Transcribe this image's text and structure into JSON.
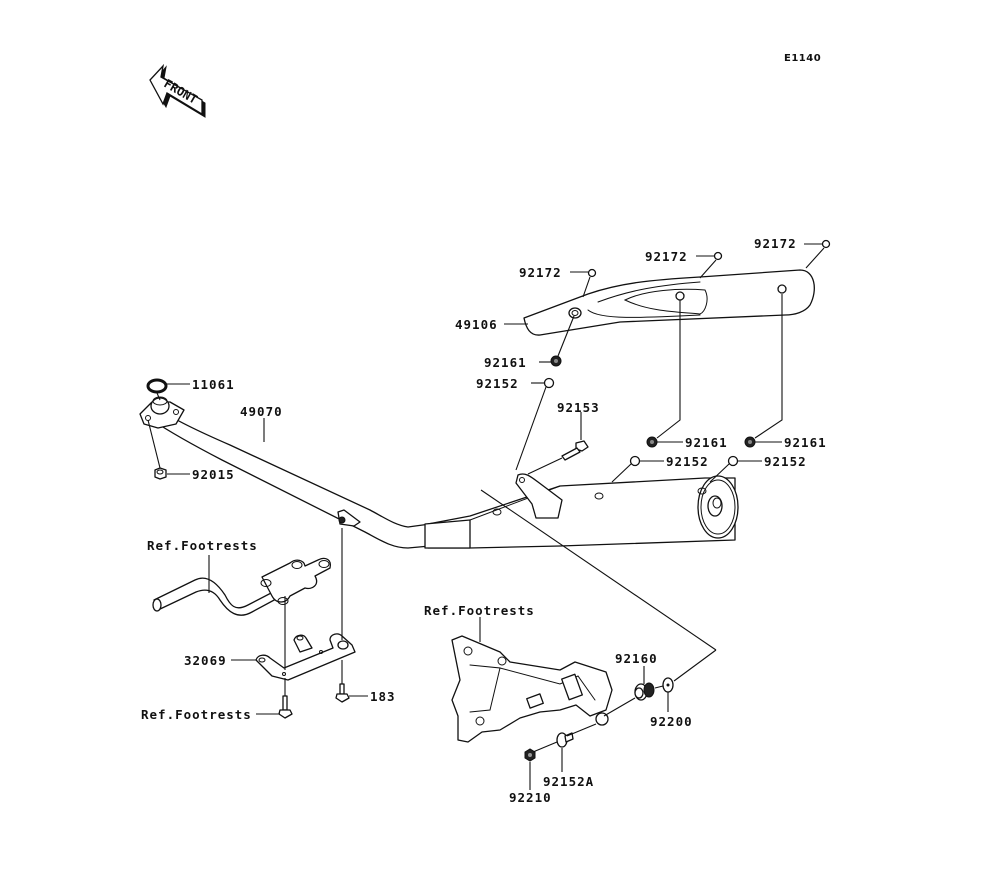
{
  "diagram": {
    "code": "E1140",
    "front_label": "FRONT",
    "callouts": {
      "c11061": "11061",
      "c49070": "49070",
      "c92015": "92015",
      "c92172a": "92172",
      "c92172b": "92172",
      "c92172c": "92172",
      "c49106": "49106",
      "c92161a": "92161",
      "c92152a": "92152",
      "c92153": "92153",
      "c92161b": "92161",
      "c92152b": "92152",
      "c92161c": "92161",
      "c92152c": "92152",
      "ref_footrests_1": "Ref.Footrests",
      "c32069": "32069",
      "ref_footrests_2": "Ref.Footrests",
      "c183": "183",
      "ref_footrests_3": "Ref.Footrests",
      "c92160": "92160",
      "c92200": "92200",
      "c92152A": "92152A",
      "c92210": "92210"
    }
  }
}
